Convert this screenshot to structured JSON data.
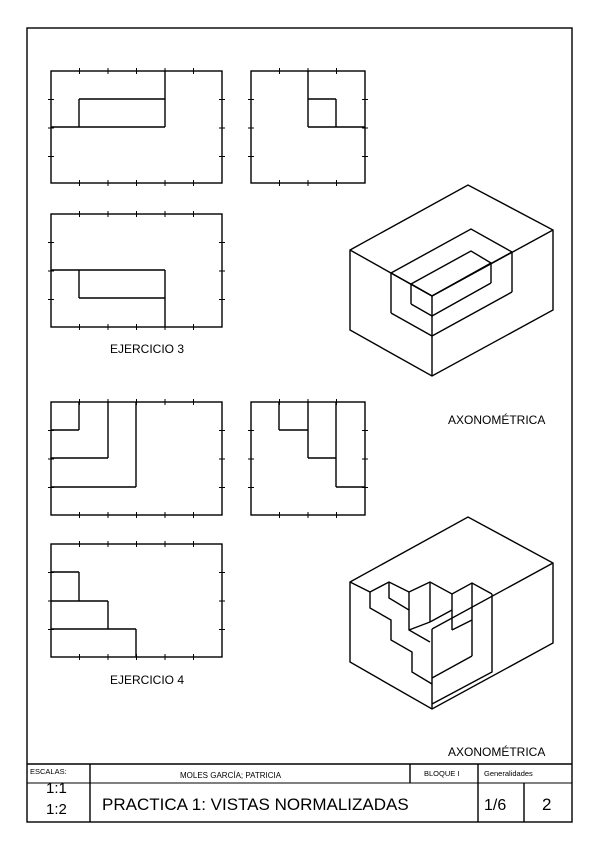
{
  "exercises": [
    {
      "label": "EJERCICIO 3",
      "axo_label": "AXONOMÉTRICA"
    },
    {
      "label": "EJERCICIO 4",
      "axo_label": "AXONOMÉTRICA"
    }
  ],
  "title_block": {
    "scales_label": "ESCALAS:",
    "scale_1": "1:1",
    "scale_2": "1:2",
    "author": "MOLES GARCÍA; PATRICIA",
    "block": "BLOQUE I",
    "category": "Generalidades",
    "title": "PRACTICA 1: VISTAS NORMALIZADAS",
    "sheet": "1/6",
    "number": "2"
  }
}
